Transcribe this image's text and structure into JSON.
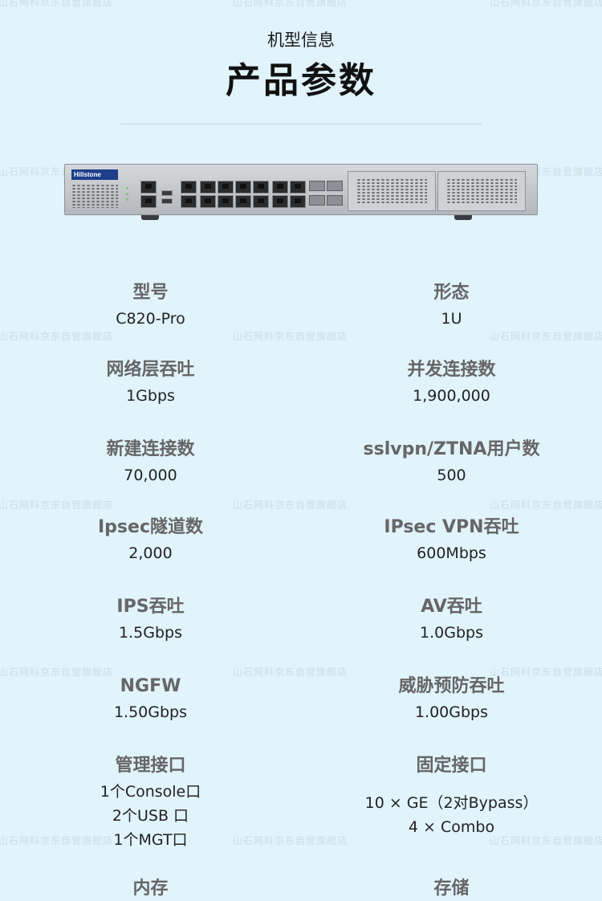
{
  "watermark": "山石网科京东自营旗舰店",
  "header": {
    "subtitle": "机型信息",
    "title": "产品参数"
  },
  "device": {
    "brand": "Hillstone",
    "icon": "firewall-appliance-icon"
  },
  "specs": [
    {
      "label": "型号",
      "values": [
        "C820-Pro"
      ]
    },
    {
      "label": "形态",
      "values": [
        "1U"
      ]
    },
    {
      "label": "网络层吞吐",
      "values": [
        "1Gbps"
      ]
    },
    {
      "label": "并发连接数",
      "values": [
        "1,900,000"
      ]
    },
    {
      "label": "新建连接数",
      "values": [
        "70,000"
      ]
    },
    {
      "label": "sslvpn/ZTNA用户数",
      "values": [
        "500"
      ]
    },
    {
      "label": "Ipsec隧道数",
      "values": [
        "2,000"
      ]
    },
    {
      "label": "IPsec VPN吞吐",
      "values": [
        "600Mbps"
      ]
    },
    {
      "label": "IPS吞吐",
      "values": [
        "1.5Gbps"
      ]
    },
    {
      "label": "AV吞吐",
      "values": [
        "1.0Gbps"
      ]
    },
    {
      "label": "NGFW",
      "values": [
        "1.50Gbps"
      ]
    },
    {
      "label": "威胁预防吞吐",
      "values": [
        "1.00Gbps"
      ]
    },
    {
      "label": "管理接口",
      "values": [
        "1个Console口",
        "2个USB 口",
        "1个MGT口"
      ]
    },
    {
      "label": "固定接口",
      "values": [
        "10 × GE（2对Bypass）",
        "4 × Combo"
      ]
    },
    {
      "label": "内存",
      "values": []
    },
    {
      "label": "存储",
      "values": []
    }
  ]
}
